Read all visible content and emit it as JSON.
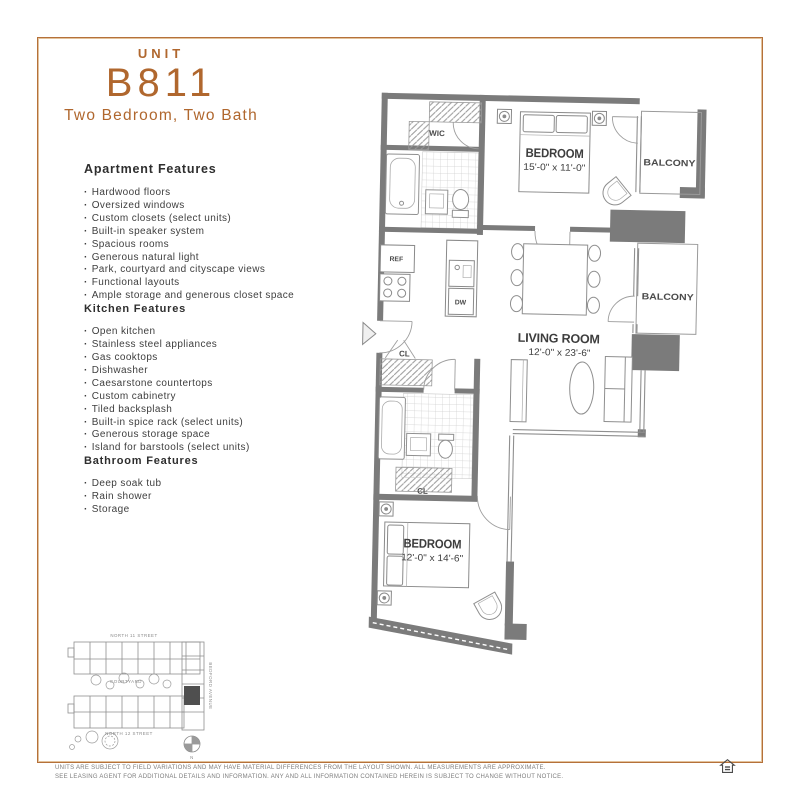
{
  "page": {
    "accent_color": "#b0672e",
    "border_color": "#b5713a"
  },
  "header": {
    "eyebrow": "UNIT",
    "unit_number": "B811",
    "subtitle": "Two Bedroom, Two Bath"
  },
  "sections": [
    {
      "title": "Apartment Features",
      "items": [
        "Hardwood floors",
        "Oversized windows",
        "Custom closets (select units)",
        "Built-in speaker system",
        "Spacious rooms",
        "Generous natural light",
        "Park, courtyard and cityscape views",
        "Functional layouts",
        "Ample storage and generous closet space"
      ]
    },
    {
      "title": "Kitchen Features",
      "items": [
        "Open kitchen",
        "Stainless steel appliances",
        "Gas cooktops",
        "Dishwasher",
        "Caesarstone countertops",
        "Custom cabinetry",
        "Tiled backsplash",
        "Built-in spice rack (select units)",
        "Generous storage space",
        "Island for barstools (select units)"
      ]
    },
    {
      "title": "Bathroom Features",
      "items": [
        "Deep soak tub",
        "Rain shower",
        "Storage"
      ]
    }
  ],
  "plan": {
    "bedroom1": {
      "name": "BEDROOM",
      "dims": "15'-0\" x 11'-0\""
    },
    "living": {
      "name": "LIVING ROOM",
      "dims": "12'-0\" x 23'-6\""
    },
    "bedroom2": {
      "name": "BEDROOM",
      "dims": "12'-0\" x 14'-6\""
    },
    "balcony1": "BALCONY",
    "balcony2": "BALCONY",
    "wic": "WIC",
    "cl1": "CL",
    "cl2": "CL",
    "ref": "REF",
    "dw": "DW"
  },
  "site_map": {
    "street_top": "NORTH 11 STREET",
    "street_bottom": "NORTH 12 STREET",
    "avenue": "BEDFORD AVENUE",
    "courtyard": "COURTYARD",
    "compass": "N"
  },
  "footer": {
    "line1": "UNITS ARE SUBJECT TO FIELD VARIATIONS AND MAY HAVE MATERIAL DIFFERENCES FROM THE LAYOUT SHOWN. ALL MEASUREMENTS ARE APPROXIMATE.",
    "line2": "SEE LEASING AGENT FOR ADDITIONAL DETAILS AND INFORMATION. ANY AND ALL INFORMATION CONTAINED HEREIN IS SUBJECT TO CHANGE WITHOUT NOTICE."
  }
}
